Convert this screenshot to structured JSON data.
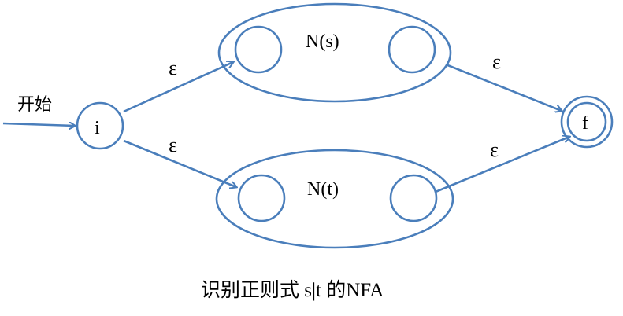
{
  "start_label": "开始",
  "states": {
    "initial": "i",
    "final": "f"
  },
  "sub_machines": {
    "top": "N(s)",
    "bottom": "N(t)"
  },
  "edge_labels": {
    "i_to_ns": "ε",
    "i_to_nt": "ε",
    "ns_to_f": "ε",
    "nt_to_f": "ε"
  },
  "caption": {
    "prefix": "识别正则式 ",
    "regex": "s|t",
    "suffix": " 的NFA"
  },
  "colors": {
    "stroke": "#4a7ebb",
    "text": "#000000",
    "background": "#ffffff"
  }
}
